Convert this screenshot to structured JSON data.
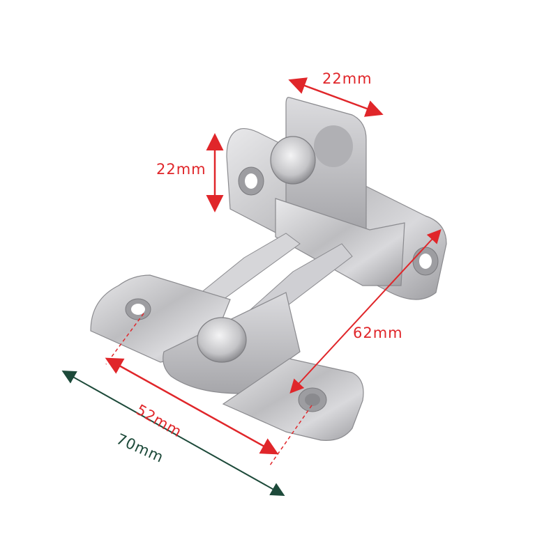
{
  "product": {
    "name": "stainless steel 90-degree latch / barrel bolt",
    "material_color": "#c8c8ca"
  },
  "colors": {
    "dimension_red": "#e0262a",
    "dimension_green": "#1d4a3a",
    "background": "#ffffff"
  },
  "dimensions": {
    "top_width": {
      "label": "22mm",
      "color": "red"
    },
    "top_height": {
      "label": "22mm",
      "color": "red"
    },
    "diagonal_length": {
      "label": "62mm",
      "color": "red"
    },
    "hole_spacing": {
      "label": "52mm",
      "color": "red"
    },
    "overall_length": {
      "label": "70mm",
      "color": "green"
    }
  }
}
